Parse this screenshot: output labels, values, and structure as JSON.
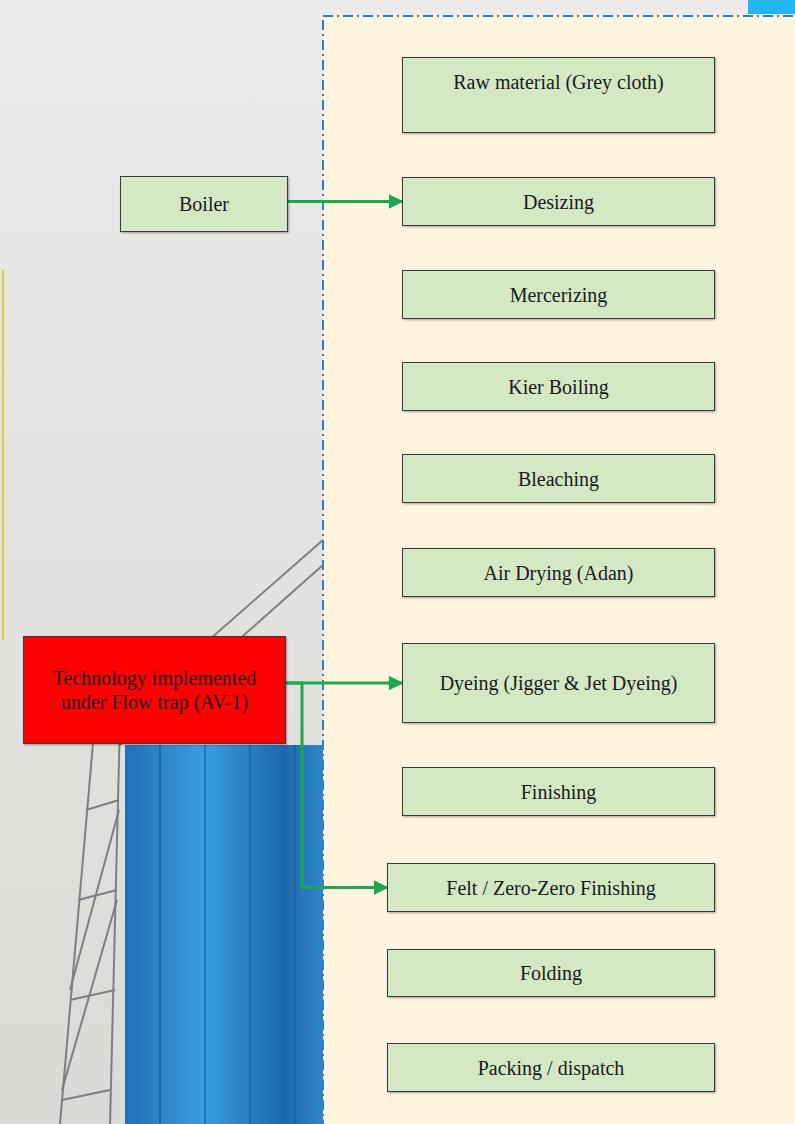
{
  "diagram": {
    "nodes": [
      {
        "text": [
          "Raw material (Grey cloth)"
        ]
      },
      {
        "text": [
          "Boiler"
        ]
      },
      {
        "text": [
          "Desizing"
        ]
      },
      {
        "text": [
          "Mercerizing"
        ]
      },
      {
        "text": [
          "Kier Boiling"
        ]
      },
      {
        "text": [
          "Bleaching"
        ]
      },
      {
        "text": [
          "Air Drying (Adan)"
        ]
      },
      {
        "text": [
          "Technology implemented under Flow trap (AV-1)"
        ]
      },
      {
        "text": [
          "Dyeing (Jigger & Jet Dyeing)"
        ]
      },
      {
        "text": [
          "Finishing"
        ]
      },
      {
        "text": [
          "Felt / Zero-Zero Finishing"
        ]
      },
      {
        "text": [
          "Folding"
        ]
      },
      {
        "text": [
          "Packing / dispatch"
        ]
      }
    ],
    "edges": [
      {
        "from": 1,
        "to": 2,
        "arrow": "to"
      },
      {
        "from": 7,
        "to": 8,
        "arrow": "to"
      },
      {
        "from": 7,
        "to": 10,
        "arrow": "to"
      }
    ]
  }
}
